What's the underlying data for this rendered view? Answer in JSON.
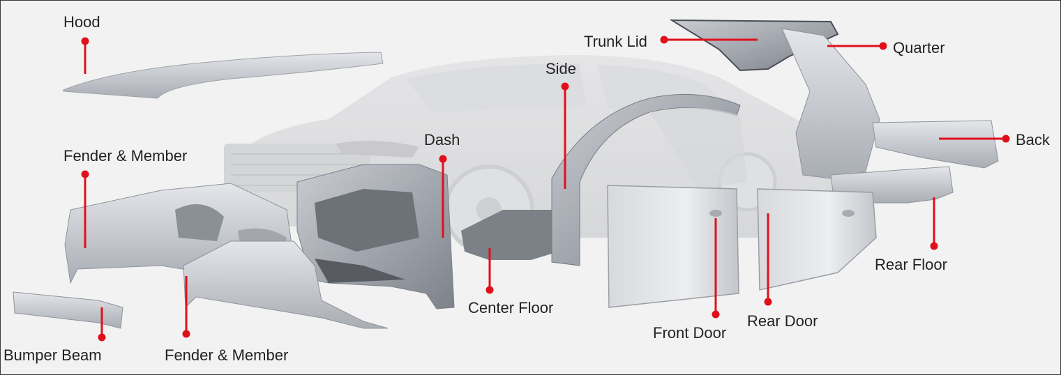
{
  "diagram": {
    "accent_color": "#e0101a",
    "labels": {
      "hood": "Hood",
      "fender_member_top": "Fender & Member",
      "bumper_beam": "Bumper Beam",
      "fender_member_bottom": "Fender & Member",
      "dash": "Dash",
      "center_floor": "Center Floor",
      "side": "Side",
      "trunk_lid": "Trunk Lid",
      "quarter": "Quarter",
      "back": "Back",
      "rear_floor": "Rear Floor",
      "front_door": "Front Door",
      "rear_door": "Rear Door"
    }
  }
}
